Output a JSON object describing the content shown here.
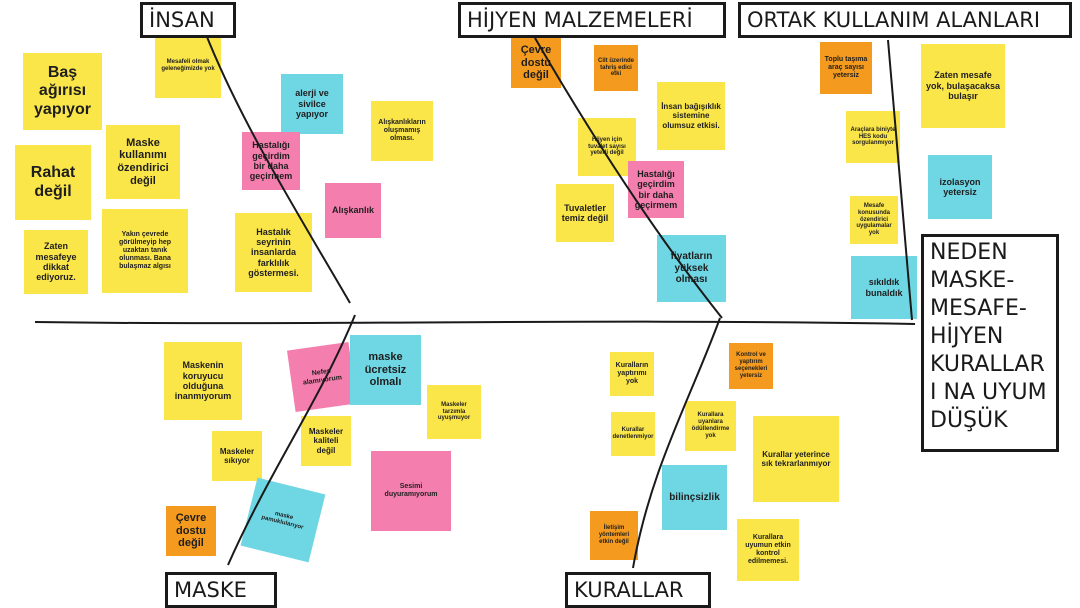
{
  "categories": {
    "insan": "İNSAN",
    "hijyen": "HİJYEN MALZEMELERİ",
    "ortak": "ORTAK KULLANIM ALANLARI",
    "maske": "MASKE",
    "kurallar": "KURALLAR"
  },
  "effect": "NEDEN MASKE-MESAFE-HİJYEN KURALLARI NA UYUM DÜŞÜK",
  "notes": {
    "n01": "Mesafeli olmak geleneğimizde yok",
    "n02": "Baş ağırısı yapıyor",
    "n03": "Rahat değil",
    "n04": "Maske kullanımı özendirici değil",
    "n05": "Zaten mesafeye dikkat ediyoruz.",
    "n06": "Yakın çevrede görülmeyip hep uzaktan tanık olunması. Bana bulaşmaz algısı",
    "n07": "alerji ve sivilce yapıyor",
    "n08": "Hastalığı geçirdim bir daha geçirmem",
    "n09": "Alışkanlıkların oluşmamış olması.",
    "n10": "Alışkanlık",
    "n11": "Hastalık seyrinin insanlarda farklılık göstermesi.",
    "n12": "Çevre dostu değil",
    "n13": "Cilt üzerinde tahriş edici etki",
    "n14": "İnsan bağışıklık sistemine olumsuz etkisi.",
    "n15": "Hijyen için tuvalet sayısı yeterli değil",
    "n16": "Hastalığı geçirdim bir daha geçirmem",
    "n17": "Tuvaletler temiz değil",
    "n18": "fiyatların yüksek olması",
    "n19": "Toplu taşıma araç sayısı yetersiz",
    "n20": "Zaten mesafe yok, bulaşacaksa bulaşır",
    "n21": "Araçlara biniyte HES kodu sorgulanmıyor",
    "n22": "izolasyon yetersiz",
    "n23": "Mesafe konusunda özendirici uygulamalar yok",
    "n24": "sıkıldık bunaldık",
    "n25": "Maskenin koruyucu olduğuna inanmıyorum",
    "n26": "Nefes alamıyorum",
    "n27": "maske ücretsiz olmalı",
    "n28": "Maskeler tarzımla uyuşmuyor",
    "n29": "Maskeler sıkıyor",
    "n30": "Maskeler kaliteli değil",
    "n31": "Sesimi duyuramıyorum",
    "n32": "maske pamuklularıyor",
    "n33": "Çevre dostu değil",
    "n34": "Kuralların yaptırımı yok",
    "n35": "Kontrol ve yaptırım seçenekleri yetersiz",
    "n36": "Kurallar denetlenmiyor",
    "n37": "Kurallara uyanlara ödüllendirme yok",
    "n38": "Kurallar yeterince sık tekrarlanmıyor",
    "n39": "bilinçsizlik",
    "n40": "İletişim yöntemleri etkin değil",
    "n41": "Kurallara uyumun etkin kontrol edilmemesi."
  }
}
